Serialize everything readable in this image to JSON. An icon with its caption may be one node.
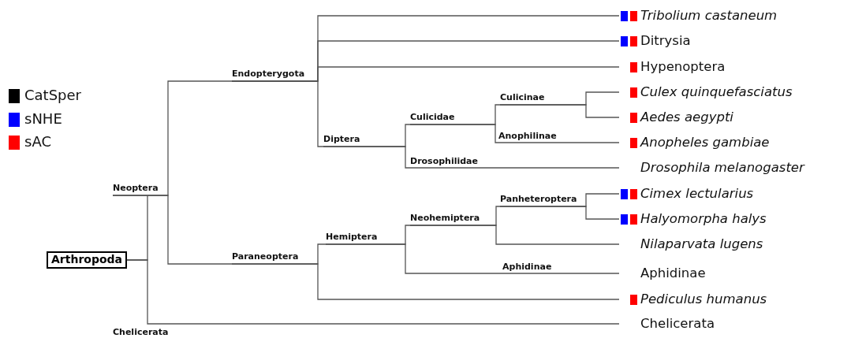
{
  "diagram": {
    "nodes": [
      {
        "text": [
          "Arthropoda"
        ]
      },
      {
        "text": [
          "Neoptera"
        ]
      },
      {
        "text": [
          "Endopterygota"
        ]
      },
      {
        "text": [
          "Diptera"
        ]
      },
      {
        "text": [
          "Culicidae"
        ]
      },
      {
        "text": [
          "Culicinae"
        ]
      },
      {
        "text": [
          "Paraneoptera"
        ]
      },
      {
        "text": [
          "Hemiptera"
        ]
      },
      {
        "text": [
          "Neohemiptera"
        ]
      },
      {
        "text": [
          "Panheteroptera"
        ]
      },
      {
        "text": [
          "Tribolium castaneum"
        ]
      },
      {
        "text": [
          "Ditrysia"
        ]
      },
      {
        "text": [
          "Hypenoptera"
        ]
      },
      {
        "text": [
          "Culex quinquefasciatus"
        ]
      },
      {
        "text": [
          "Aedes aegypti"
        ]
      },
      {
        "text": [
          "Anopheles gambiae"
        ]
      },
      {
        "text": [
          "Drosophila melanogaster"
        ]
      },
      {
        "text": [
          "Cimex lectularius"
        ]
      },
      {
        "text": [
          "Halyomorpha halys"
        ]
      },
      {
        "text": [
          "Nilaparvata lugens"
        ]
      },
      {
        "text": [
          "Aphidinae"
        ]
      },
      {
        "text": [
          "Pediculus humanus"
        ]
      },
      {
        "text": [
          "Chelicerata"
        ]
      }
    ],
    "edges": [
      {
        "from": 0,
        "to": 1,
        "arrow": "none"
      },
      {
        "from": 0,
        "to": 22,
        "arrow": "none",
        "label": "Chelicerata"
      },
      {
        "from": 1,
        "to": 2,
        "arrow": "none"
      },
      {
        "from": 1,
        "to": 6,
        "arrow": "none"
      },
      {
        "from": 2,
        "to": 10,
        "arrow": "none"
      },
      {
        "from": 2,
        "to": 11,
        "arrow": "none"
      },
      {
        "from": 2,
        "to": 12,
        "arrow": "none"
      },
      {
        "from": 2,
        "to": 3,
        "arrow": "none"
      },
      {
        "from": 3,
        "to": 4,
        "arrow": "none"
      },
      {
        "from": 3,
        "to": 16,
        "arrow": "none",
        "label": "Drosophilidae"
      },
      {
        "from": 4,
        "to": 5,
        "arrow": "none"
      },
      {
        "from": 4,
        "to": 15,
        "arrow": "none",
        "label": "Anophilinae"
      },
      {
        "from": 5,
        "to": 13,
        "arrow": "none"
      },
      {
        "from": 5,
        "to": 14,
        "arrow": "none"
      },
      {
        "from": 6,
        "to": 7,
        "arrow": "none"
      },
      {
        "from": 6,
        "to": 21,
        "arrow": "none"
      },
      {
        "from": 7,
        "to": 8,
        "arrow": "none"
      },
      {
        "from": 7,
        "to": 20,
        "arrow": "none",
        "label": "Aphidinae"
      },
      {
        "from": 8,
        "to": 9,
        "arrow": "none"
      },
      {
        "from": 8,
        "to": 19,
        "arrow": "none"
      },
      {
        "from": 9,
        "to": 17,
        "arrow": "none"
      },
      {
        "from": 9,
        "to": 18,
        "arrow": "none"
      }
    ],
    "legend": [
      {
        "text": "CatSper",
        "color": "#000000"
      },
      {
        "text": "sNHE",
        "color": "#0000ff"
      },
      {
        "text": "sAC",
        "color": "#ff0000"
      }
    ]
  }
}
